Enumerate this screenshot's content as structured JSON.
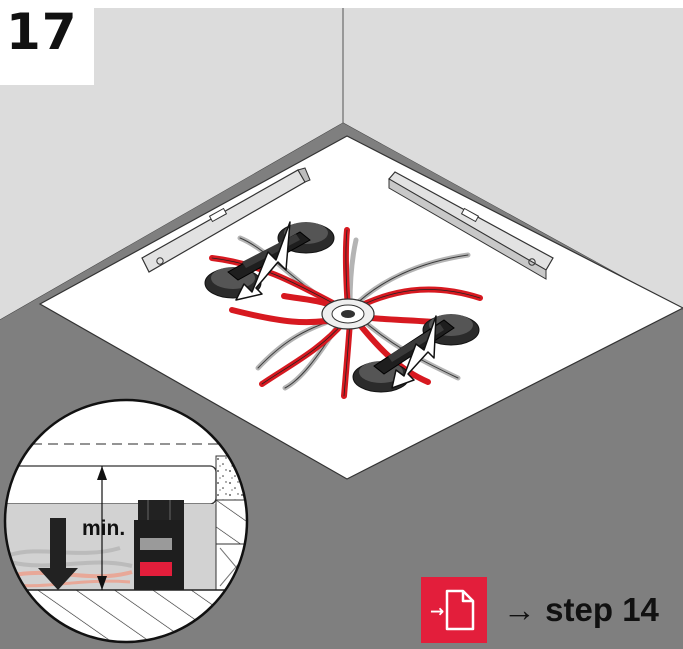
{
  "step": {
    "number": "17"
  },
  "inset": {
    "measure_label": "min."
  },
  "next_step": {
    "arrow_glyph": "→",
    "label": "step 14",
    "icon": "document-link-icon"
  },
  "colors": {
    "accent_red": "#e31e3b",
    "floor_gray": "#7f7f7f",
    "wall_gray": "#dcdcdc",
    "cable_red": "#d71920"
  }
}
